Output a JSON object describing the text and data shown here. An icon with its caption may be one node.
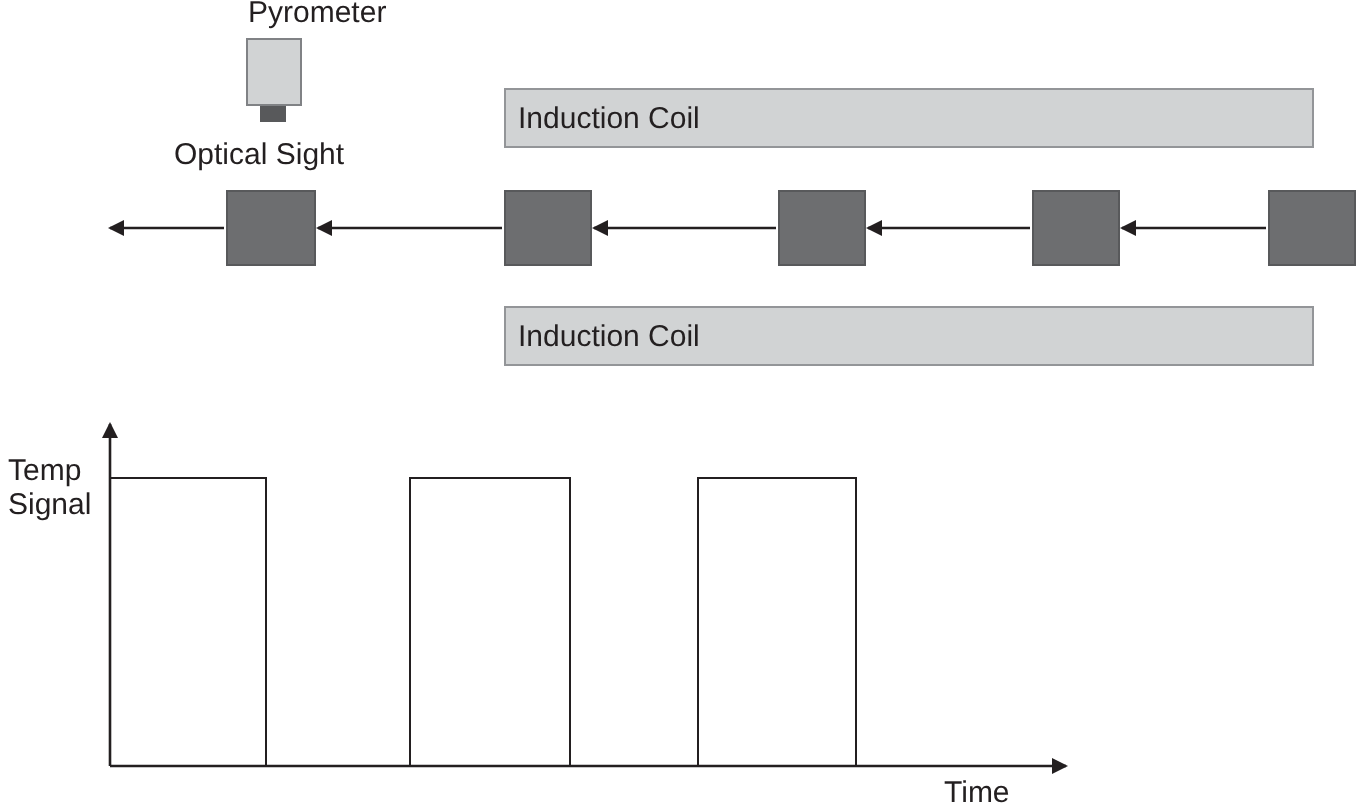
{
  "diagram": {
    "nodes": [
      {
        "text": [
          "Pyrometer"
        ]
      },
      {
        "text": [
          "Induction Coil"
        ]
      },
      {
        "text": [],
        "shape": "box"
      },
      {
        "text": [],
        "shape": "box"
      },
      {
        "text": [],
        "shape": "box"
      },
      {
        "text": [],
        "shape": "box"
      },
      {
        "text": [],
        "shape": "box"
      },
      {
        "text": [
          "Induction Coil"
        ]
      }
    ],
    "edges": [
      {
        "from": 2,
        "to": null,
        "arrow": "to"
      },
      {
        "from": 3,
        "to": 2,
        "arrow": "to"
      },
      {
        "from": 4,
        "to": 3,
        "arrow": "to"
      },
      {
        "from": 5,
        "to": 4,
        "arrow": "to"
      },
      {
        "from": 6,
        "to": 5,
        "arrow": "to"
      }
    ],
    "labels": [
      "Optical Sight",
      "Temp Signal",
      "Time"
    ]
  }
}
